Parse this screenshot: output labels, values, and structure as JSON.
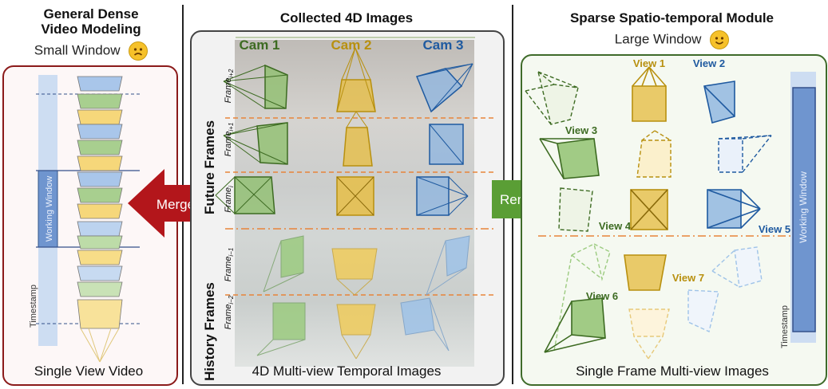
{
  "left": {
    "title_line1": "General Dense",
    "title_line2": "Video Modeling",
    "window_label": "Small Window",
    "window_emoji": "sad-face-icon",
    "working_window": "Working Window",
    "timestamp": "Timestamp",
    "bottom_label": "Single View Video"
  },
  "middle": {
    "title": "Collected 4D Images",
    "cams": [
      "Cam 1",
      "Cam 2",
      "Cam 3"
    ],
    "future_frames": "Future Frames",
    "history_frames": "History Frames",
    "frame_labels": [
      "Frame",
      "Frame",
      "Frame",
      "Frame",
      "Frame"
    ],
    "frame_subs": [
      "i+2",
      "i+1",
      "i",
      "i−1",
      "i−2"
    ],
    "bottom_label": "4D Multi-view Temporal Images"
  },
  "arrows": {
    "merge": "Merge",
    "remodel": "Remodel"
  },
  "right": {
    "title": "Sparse Spatio-temporal Module",
    "window_label": "Large Window",
    "window_emoji": "happy-face-icon",
    "views": [
      "View 1",
      "View 2",
      "View 3",
      "View 4",
      "View 5",
      "View 6",
      "View 7"
    ],
    "working_window": "Working Window",
    "timestamp": "Timestamp",
    "bottom_label": "Single Frame Multi-view Images"
  },
  "colors": {
    "green": "#3d6b22",
    "yellow": "#b8900f",
    "blue": "#1f5aa0",
    "red_border": "#8b1a1a",
    "green_border": "#3f6b2a",
    "merge_arrow": "#b3161b",
    "remodel_arrow": "#5a9e35",
    "divider_orange": "#e8843a"
  }
}
